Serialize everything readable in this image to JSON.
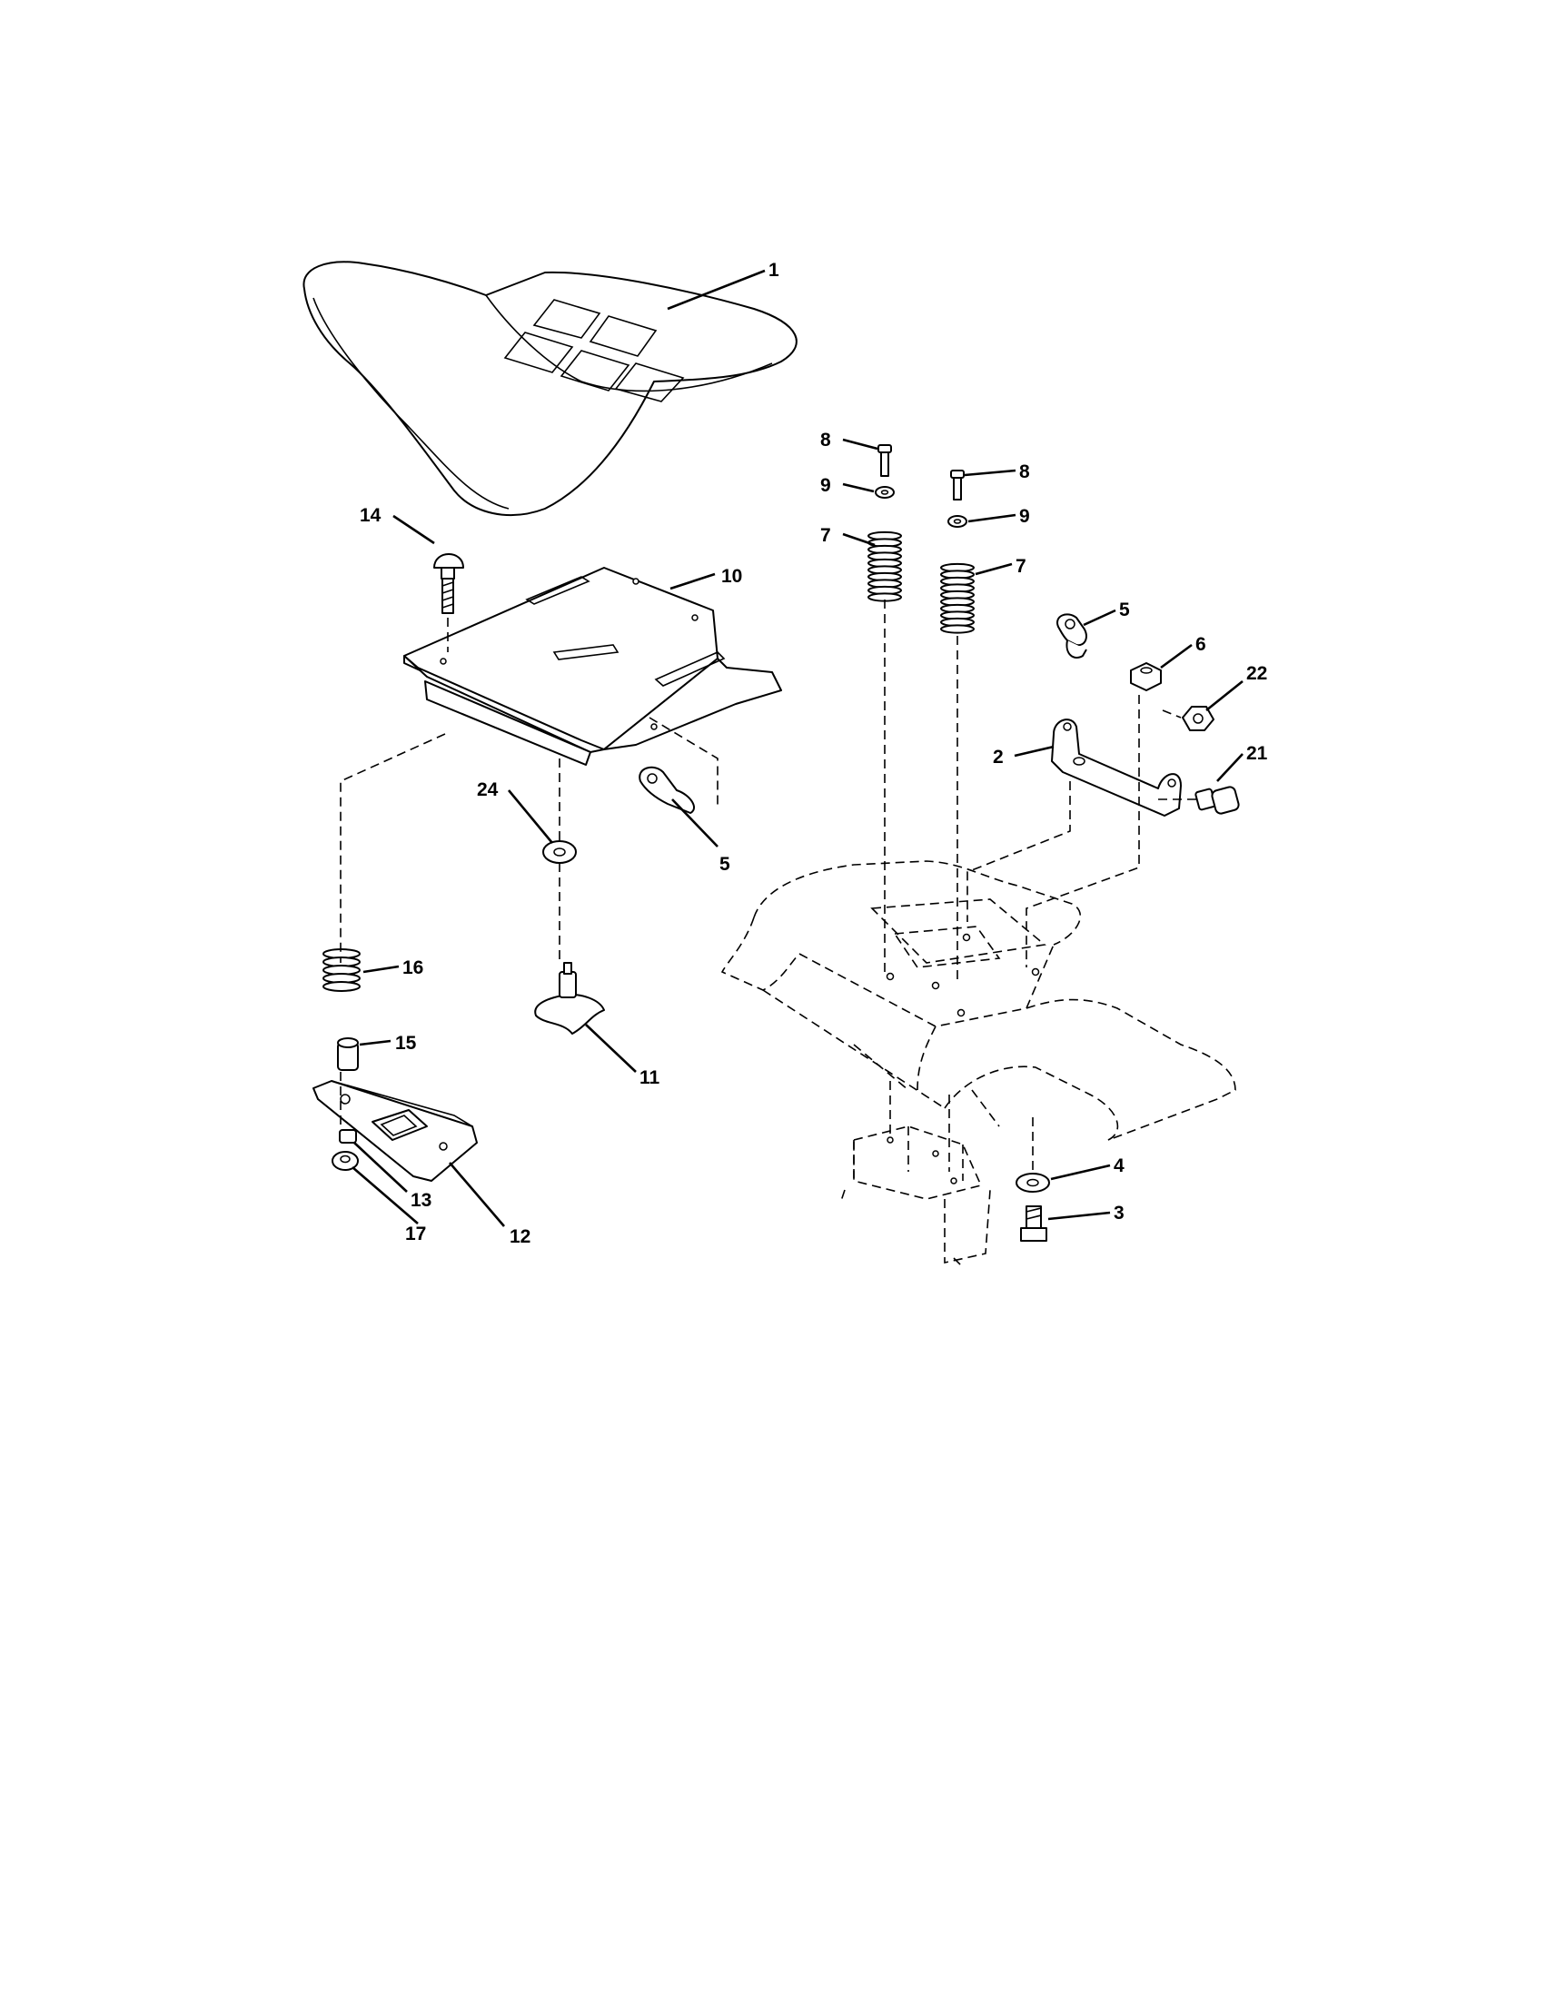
{
  "diagram": {
    "callouts": [
      {
        "id": "c1",
        "text": "1"
      },
      {
        "id": "c2",
        "text": "2"
      },
      {
        "id": "c3",
        "text": "3"
      },
      {
        "id": "c4",
        "text": "4"
      },
      {
        "id": "c5a",
        "text": "5"
      },
      {
        "id": "c5b",
        "text": "5"
      },
      {
        "id": "c6",
        "text": "6"
      },
      {
        "id": "c7a",
        "text": "7"
      },
      {
        "id": "c7b",
        "text": "7"
      },
      {
        "id": "c8a",
        "text": "8"
      },
      {
        "id": "c8b",
        "text": "8"
      },
      {
        "id": "c9a",
        "text": "9"
      },
      {
        "id": "c9b",
        "text": "9"
      },
      {
        "id": "c10",
        "text": "10"
      },
      {
        "id": "c11",
        "text": "11"
      },
      {
        "id": "c12",
        "text": "12"
      },
      {
        "id": "c13",
        "text": "13"
      },
      {
        "id": "c14",
        "text": "14"
      },
      {
        "id": "c15",
        "text": "15"
      },
      {
        "id": "c16",
        "text": "16"
      },
      {
        "id": "c17",
        "text": "17"
      },
      {
        "id": "c21",
        "text": "21"
      },
      {
        "id": "c22",
        "text": "22"
      },
      {
        "id": "c24",
        "text": "24"
      }
    ]
  }
}
